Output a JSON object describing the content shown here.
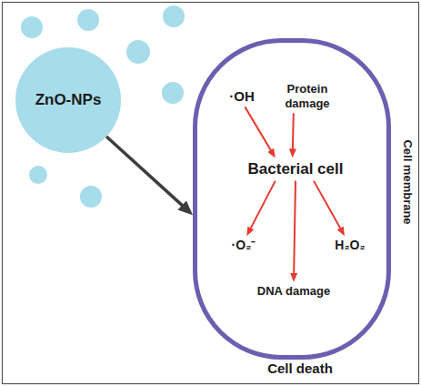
{
  "diagram": {
    "nodes": [
      {
        "text": [
          "ZnO-NPs"
        ]
      },
      {
        "text": [
          "Cell membrane"
        ]
      },
      {
        "text": [
          "·OH"
        ],
        "in": 1
      },
      {
        "text": [
          "Protein damage"
        ],
        "in": 1
      },
      {
        "text": [
          "Bacterial cell"
        ],
        "in": 1
      },
      {
        "text": [
          "·O₂⁻"
        ],
        "in": 1
      },
      {
        "text": [
          "H₂O₂"
        ],
        "in": 1
      },
      {
        "text": [
          "DNA damage"
        ],
        "in": 1
      }
    ],
    "edges": [
      {
        "from": 0,
        "to": 1,
        "arrow": "to"
      },
      {
        "from": 2,
        "to": 4,
        "arrow": "to"
      },
      {
        "from": 3,
        "to": 4,
        "arrow": "to"
      },
      {
        "from": 4,
        "to": 5,
        "arrow": "to"
      },
      {
        "from": 4,
        "to": 6,
        "arrow": "to"
      },
      {
        "from": 4,
        "to": 7,
        "arrow": "to"
      }
    ],
    "labels": [
      "Cell death"
    ]
  }
}
